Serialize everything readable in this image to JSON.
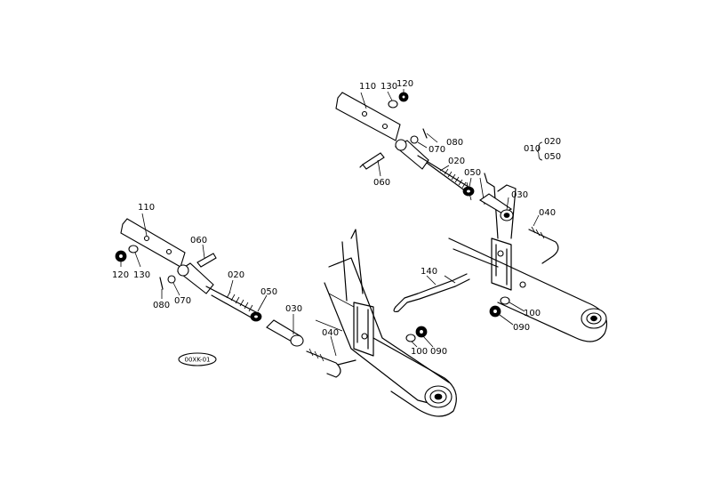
{
  "diagram": {
    "key_top": "010",
    "key_upper": "020",
    "key_lower": "050",
    "code_badge": "00XK-01",
    "labels": {
      "upper_110": "110",
      "upper_130": "130",
      "upper_120": "120",
      "upper_070": "070",
      "upper_080": "080",
      "upper_060": "060",
      "upper_020": "020",
      "upper_050": "050",
      "upper_030": "030",
      "upper_040": "040",
      "left_110": "110",
      "left_060": "060",
      "left_120": "120",
      "left_130": "130",
      "left_080": "080",
      "left_070": "070",
      "left_020": "020",
      "left_050": "050",
      "left_030": "030",
      "left_040": "040",
      "mid_140": "140",
      "mid_100": "100",
      "mid_090": "090",
      "right_100": "100",
      "right_090": "090"
    }
  }
}
